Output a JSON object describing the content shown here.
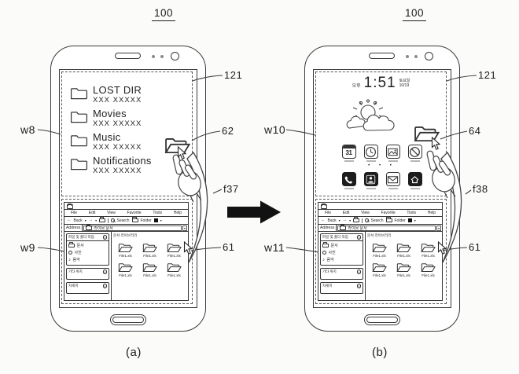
{
  "figure": {
    "ref_left": "100",
    "ref_right": "100",
    "caption_left": "(a)",
    "caption_right": "(b)",
    "callouts": {
      "w8": "w8",
      "w9": "w9",
      "w10": "w10",
      "w11": "w11",
      "screen_left": "121",
      "screen_right": "121",
      "drag_folder_left": "62",
      "drag_folder_right": "64",
      "gesture_left": "f37",
      "gesture_right": "f38",
      "file_left": "61",
      "file_right": "61"
    }
  },
  "file_window": {
    "items": [
      {
        "name": "LOST DIR",
        "meta": "XXX XXXXX"
      },
      {
        "name": "Movies",
        "meta": "XXX XXXXX"
      },
      {
        "name": "Music",
        "meta": "XXX XXXXX"
      },
      {
        "name": "Notifications",
        "meta": "XXX XXXXX"
      }
    ]
  },
  "home_screen": {
    "time_prefix": "오후",
    "time": "1:51",
    "weekday": "토요일",
    "date": "10/19",
    "calendar_day": "31",
    "page_dots": "•  •  •",
    "app_icons_row1": [
      "calendar-icon",
      "clock-icon",
      "gallery-icon",
      "blocked-icon"
    ],
    "app_icons_row2": [
      "phone-icon",
      "contacts-icon",
      "mail-icon",
      "home-icon"
    ]
  },
  "explorer": {
    "menu": [
      "File",
      "Edit",
      "View",
      "Favorite",
      "Tools",
      "Help"
    ],
    "toolbar": {
      "back": "Back",
      "search": "Search",
      "folder": "Folder"
    },
    "address": {
      "label": "Address",
      "value": "라이브 문서"
    },
    "sidebar": {
      "tasks_header": "파일 및 폴더 작업",
      "tasks": [
        {
          "icon": "folder-icon",
          "label": "문서"
        },
        {
          "icon": "photos-icon",
          "label": "사진"
        },
        {
          "icon": "music-icon",
          "label": "음악"
        }
      ],
      "other_places_header": "기타 위치",
      "details_header": "자세히"
    },
    "content_header": "문서 라이브러리",
    "files": [
      "File1.xls",
      "File1.xls",
      "File1.xls",
      "File1.xls",
      "File1.xls",
      "File1.xls"
    ]
  }
}
